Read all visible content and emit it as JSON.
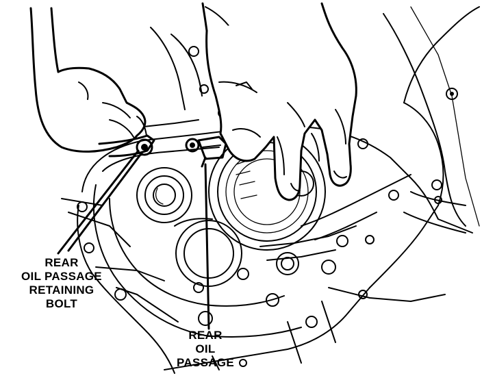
{
  "labels": {
    "bolt": {
      "lines": [
        "REAR",
        "OIL PASSAGE",
        "RETAINING",
        "BOLT"
      ]
    },
    "passage": {
      "lines": [
        "REAR",
        "OIL",
        "PASSAGE"
      ]
    }
  }
}
